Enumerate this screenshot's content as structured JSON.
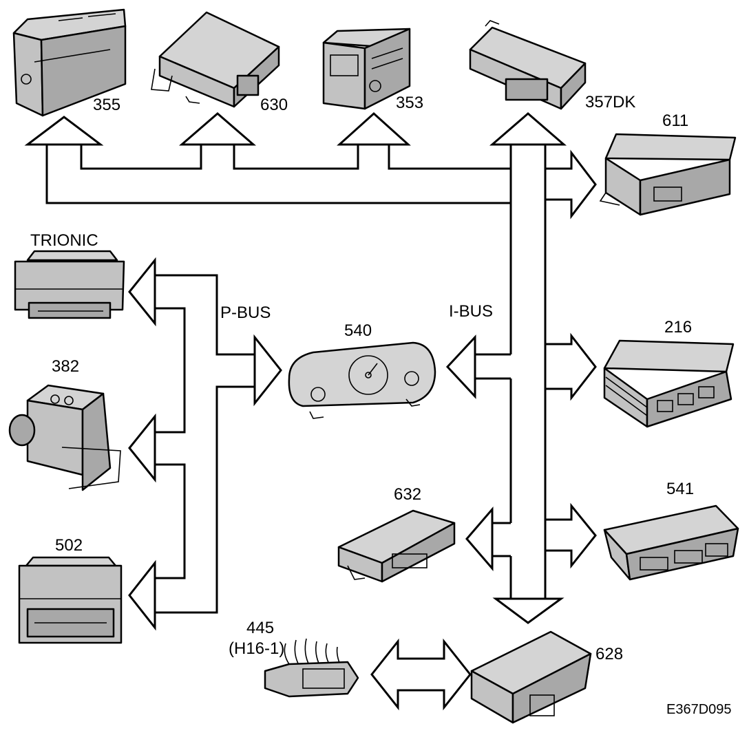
{
  "buses": {
    "p_bus": "P-BUS",
    "i_bus": "I-BUS"
  },
  "modules": {
    "m355": "355",
    "m630": "630",
    "m353": "353",
    "m357dk": "357DK",
    "m611": "611",
    "trionic": "TRIONIC",
    "m382": "382",
    "m540": "540",
    "m216": "216",
    "m632": "632",
    "m541": "541",
    "m502": "502",
    "m445": "445",
    "m445_sub": "(H16-1)",
    "m628": "628"
  },
  "figure_code": "E367D095"
}
